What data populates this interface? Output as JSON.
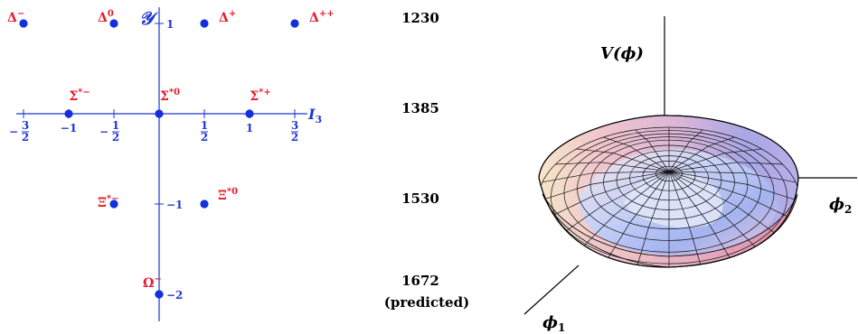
{
  "decuplet": {
    "axes": {
      "y_label": "𝒴",
      "x_label": "I",
      "x_label_sub": "3",
      "x_ticks": [
        {
          "value": -1.5,
          "label": "−3/2"
        },
        {
          "value": -1,
          "label": "−1"
        },
        {
          "value": -0.5,
          "label": "−1/2"
        },
        {
          "value": 0.5,
          "label": "1/2"
        },
        {
          "value": 1,
          "label": "1"
        },
        {
          "value": 1.5,
          "label": "3/2"
        }
      ],
      "y_ticks": [
        {
          "value": 1,
          "label": "1"
        },
        {
          "value": -1,
          "label": "−1"
        },
        {
          "value": -2,
          "label": "−2"
        }
      ]
    },
    "particles": [
      {
        "name": "Δ",
        "sup": "−",
        "i3": -1.5,
        "y": 1
      },
      {
        "name": "Δ",
        "sup": "0",
        "i3": -0.5,
        "y": 1
      },
      {
        "name": "Δ",
        "sup": "+",
        "i3": 0.5,
        "y": 1
      },
      {
        "name": "Δ",
        "sup": "++",
        "i3": 1.5,
        "y": 1
      },
      {
        "name": "Σ",
        "sup": "*−",
        "i3": -1,
        "y": 0
      },
      {
        "name": "Σ",
        "sup": "*0",
        "i3": 0,
        "y": 0
      },
      {
        "name": "Σ",
        "sup": "*+",
        "i3": 1,
        "y": 0
      },
      {
        "name": "Ξ",
        "sup": "*−",
        "i3": -0.5,
        "y": -1
      },
      {
        "name": "Ξ",
        "sup": "*0",
        "i3": 0.5,
        "y": -1
      },
      {
        "name": "Ω",
        "sup": "−",
        "i3": 0,
        "y": -2
      }
    ]
  },
  "masses": [
    {
      "value": "1230",
      "note": ""
    },
    {
      "value": "1385",
      "note": ""
    },
    {
      "value": "1530",
      "note": ""
    },
    {
      "value": "1672",
      "note": "(predicted)"
    }
  ],
  "potential": {
    "v_label": "V(ϕ)",
    "phi1_label": "ϕ",
    "phi1_sub": "1",
    "phi2_label": "ϕ",
    "phi2_sub": "2"
  },
  "colors": {
    "axis_blue": "#1f35d6",
    "particle_red": "#e8192c",
    "dot_blue": "#1230e0",
    "surface_pink": "#e8a0b4",
    "surface_blue": "#a8b4f0"
  }
}
